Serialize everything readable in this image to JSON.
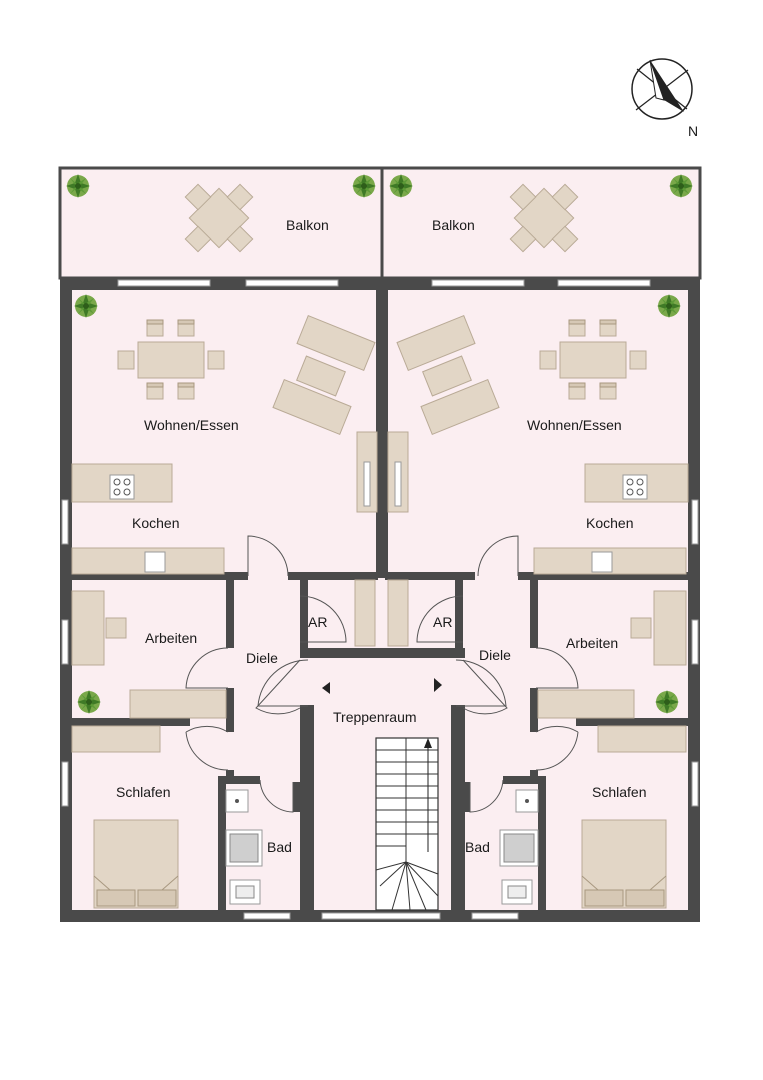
{
  "compass": {
    "label": "N"
  },
  "rooms": {
    "balkon_left": "Balkon",
    "balkon_right": "Balkon",
    "wohnen_left": "Wohnen/Essen",
    "wohnen_right": "Wohnen/Essen",
    "kochen_left": "Kochen",
    "kochen_right": "Kochen",
    "ar_left": "AR",
    "ar_right": "AR",
    "arbeiten_left": "Arbeiten",
    "arbeiten_right": "Arbeiten",
    "diele_left": "Diele",
    "diele_right": "Diele",
    "treppenraum": "Treppenraum",
    "schlafen_left": "Schlafen",
    "schlafen_right": "Schlafen",
    "bad_left": "Bad",
    "bad_right": "Bad"
  },
  "colors": {
    "wall": "#4a4a4a",
    "floor": "#fbeef1",
    "furniture": "#e2d6c6",
    "plant": "#4e8a2c"
  }
}
